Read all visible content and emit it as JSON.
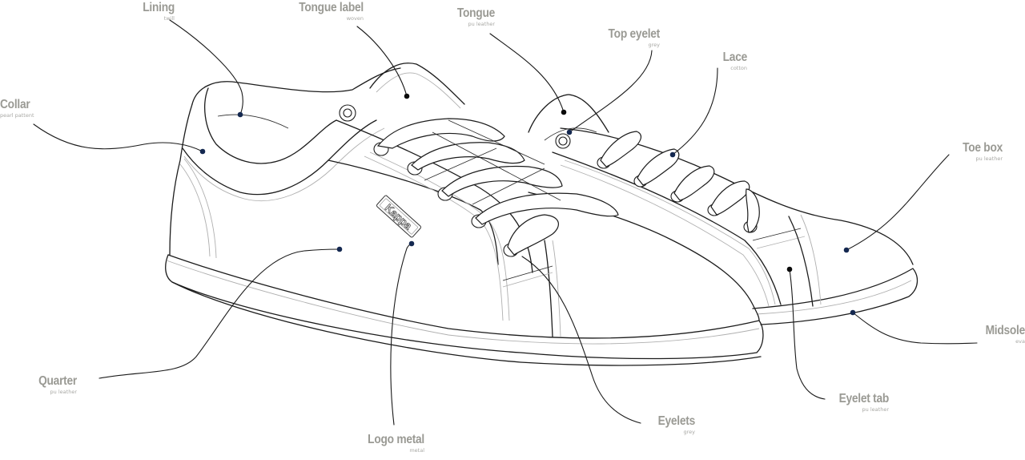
{
  "diagram": {
    "subject": "Sneaker anatomy",
    "brand_logo_text": "Kappa",
    "accent_dot_color": "#142850",
    "label_color": "#9a9a94",
    "callouts": [
      {
        "id": "lining",
        "title": "Lining",
        "material": "twill"
      },
      {
        "id": "tongue-label",
        "title": "Tongue label",
        "material": "woven"
      },
      {
        "id": "tongue",
        "title": "Tongue",
        "material": "pu leather"
      },
      {
        "id": "top-eyelet",
        "title": "Top eyelet",
        "material": "grey"
      },
      {
        "id": "lace",
        "title": "Lace",
        "material": "cotton"
      },
      {
        "id": "collar",
        "title": "Collar",
        "material": "pearl pattent"
      },
      {
        "id": "toe-box",
        "title": "Toe box",
        "material": "pu leather"
      },
      {
        "id": "midsole",
        "title": "Midsole",
        "material": "eva"
      },
      {
        "id": "quarter",
        "title": "Quarter",
        "material": "pu leather"
      },
      {
        "id": "logo-metal",
        "title": "Logo metal",
        "material": "metal"
      },
      {
        "id": "eyelets",
        "title": "Eyelets",
        "material": "grey"
      },
      {
        "id": "eyelet-tab",
        "title": "Eyelet tab",
        "material": "pu leather"
      }
    ]
  }
}
